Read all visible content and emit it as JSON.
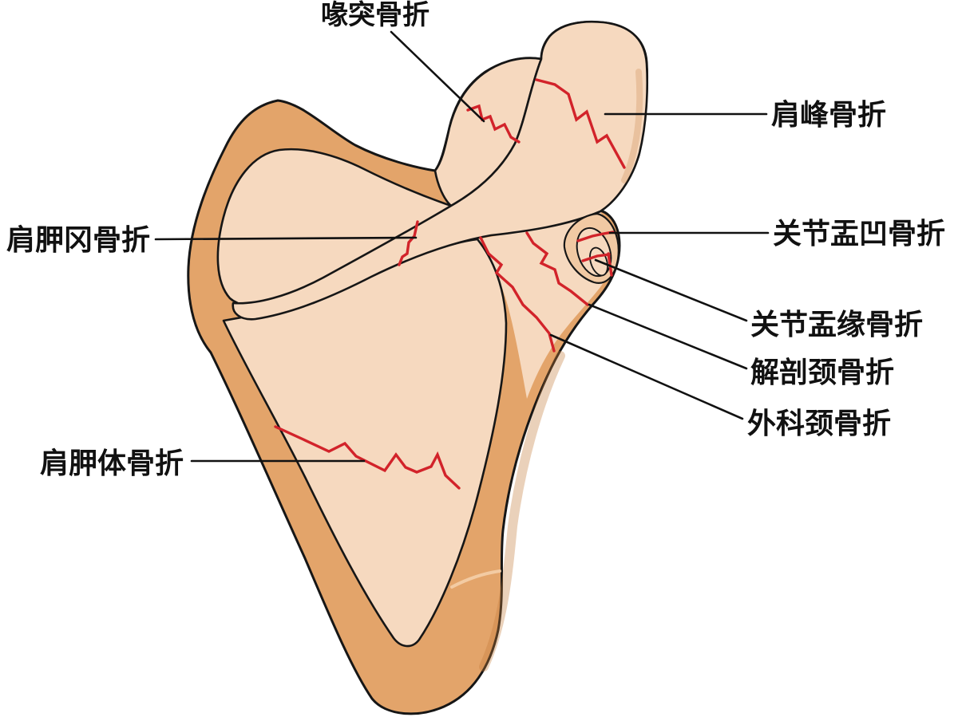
{
  "labels": {
    "coracoid": "喙突骨折",
    "acromion": "肩峰骨折",
    "spine": "肩胛冈骨折",
    "glenoid_fossa": "关节盂凹骨折",
    "glenoid_rim": "关节盂缘骨折",
    "anatomical_neck": "解剖颈骨折",
    "surgical_neck": "外科颈骨折",
    "body": "肩胛体骨折"
  },
  "colors": {
    "bone_outer": "#e3a46a",
    "bone_inner": "#f6d9bf",
    "fracture": "#d2232a",
    "outline": "#161616"
  }
}
